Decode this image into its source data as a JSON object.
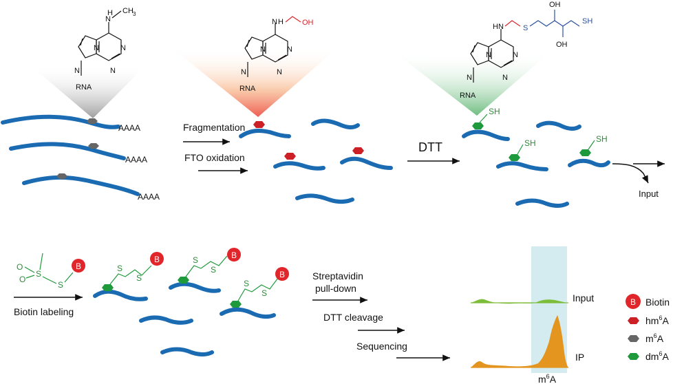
{
  "colors": {
    "rna": "#1b6bb3",
    "hm6A": "#cc1f26",
    "m6A": "#666666",
    "dm6A": "#1e9a3c",
    "biotin": "#e0262b",
    "input_peak": "#7cbd3a",
    "ip_peak": "#e3951f",
    "highlight": "#cde9ec"
  },
  "structures": {
    "m6A": {
      "nh": "N",
      "me": "H",
      "methyl": "CH",
      "methyl_sub": "3",
      "rna": "RNA",
      "ring_n": "N"
    },
    "hm6A": {
      "nh": "N",
      "h": "H",
      "oh": "OH",
      "rna": "RNA",
      "ring_n": "N"
    },
    "dm6A": {
      "nh": "HN",
      "s": "S",
      "oh1": "OH",
      "oh2": "OH",
      "sh": "SH",
      "rna": "RNA",
      "ring_n": "N"
    }
  },
  "polyA": "AAAA",
  "steps": {
    "fragmentation": "Fragmentation",
    "fto": "FTO oxidation",
    "dtt": "DTT",
    "input": "Input",
    "biotin_labeling": "Biotin labeling",
    "streptavidin_1": "Streptavidin",
    "streptavidin_2": "pull-down",
    "dtt_cleavage": "DTT cleavage",
    "sequencing": "Sequencing"
  },
  "thiol": "SH",
  "linker_s": "S",
  "reagent_o": "O",
  "biotin_symbol": "B",
  "tracks": {
    "input": "Input",
    "ip": "IP",
    "axis": "m"
  },
  "axis_sup": "6",
  "axis_tail": "A",
  "legend": [
    {
      "key": "biotin",
      "label": "Biotin",
      "sup": "",
      "tail": ""
    },
    {
      "key": "hm6A",
      "label": "hm",
      "sup": "6",
      "tail": "A"
    },
    {
      "key": "m6A",
      "label": "m",
      "sup": "6",
      "tail": "A"
    },
    {
      "key": "dm6A",
      "label": "dm",
      "sup": "6",
      "tail": "A"
    }
  ]
}
